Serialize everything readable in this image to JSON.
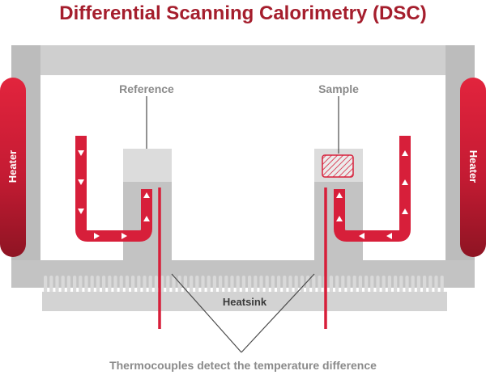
{
  "title": "Differential Scanning Calorimetry (DSC)",
  "labels": {
    "reference": "Reference",
    "sample": "Sample",
    "heater_left": "Heater",
    "heater_right": "Heater",
    "heatsink": "Heatsink",
    "caption": "Thermocouples detect the temperature difference"
  },
  "colors": {
    "title": "#a51e2d",
    "heat_flow": "#d71f3a",
    "heater_top": "#e2243d",
    "heater_bottom": "#8e1423",
    "chamber": "#bfbfbf",
    "holder": "#dcdcdc",
    "text_gray": "#8a8a8a"
  }
}
